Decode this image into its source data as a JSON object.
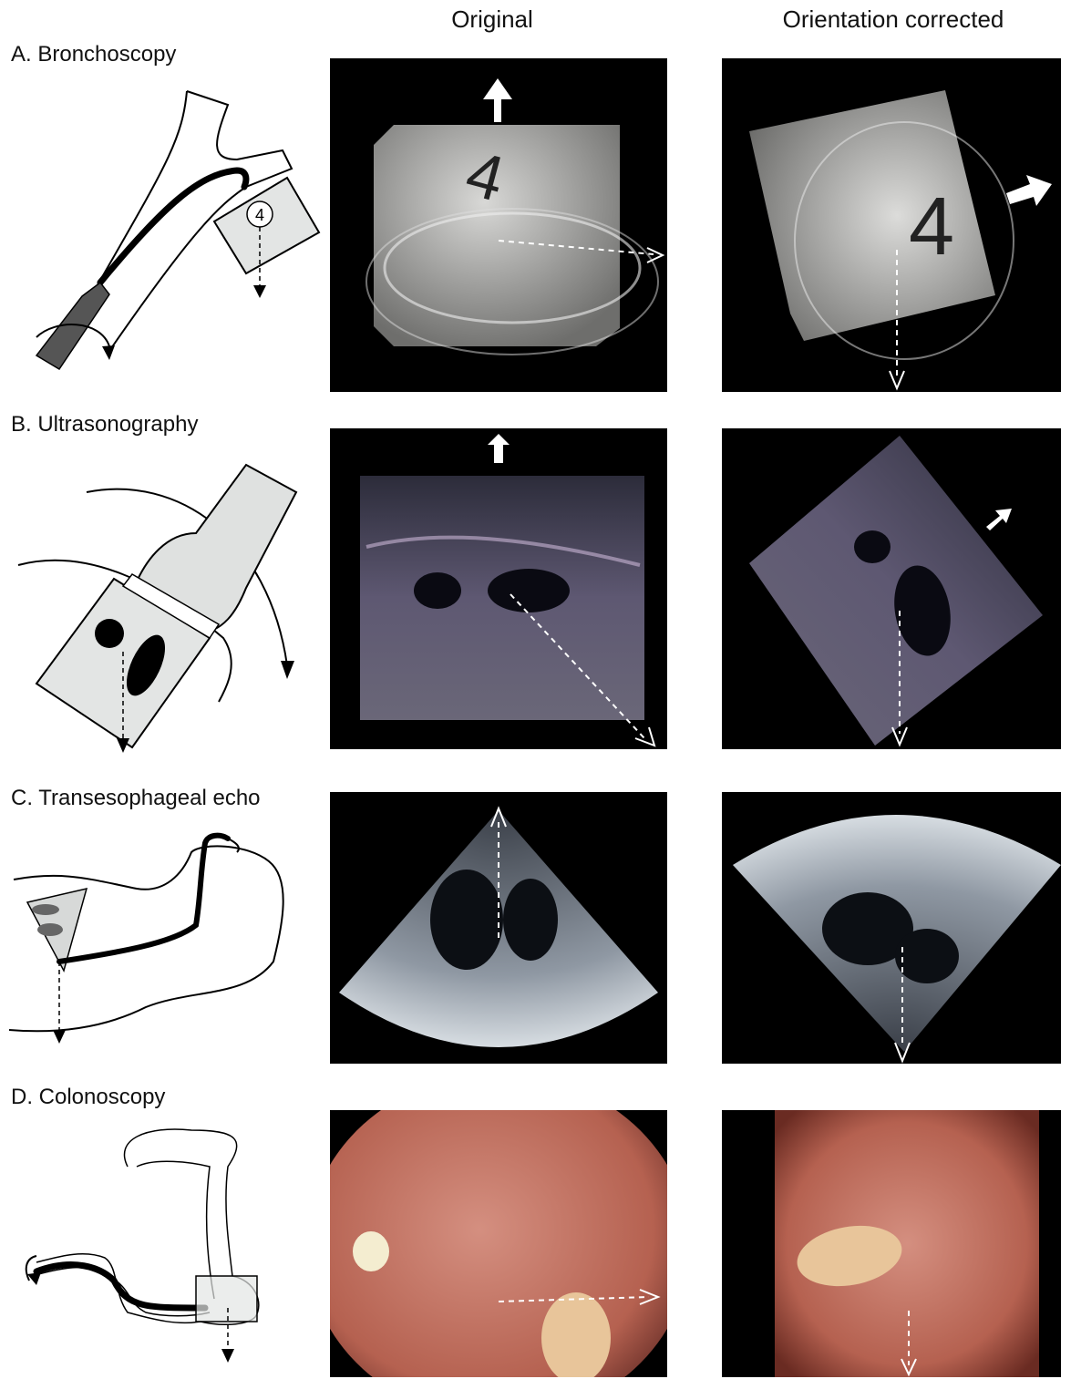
{
  "columns": {
    "original": "Original",
    "corrected": "Orientation corrected"
  },
  "rows": [
    {
      "label": "A. Bronchoscopy",
      "marker": "4"
    },
    {
      "label": "B. Ultrasonography"
    },
    {
      "label": "C. Transesophageal echo"
    },
    {
      "label": "D. Colonoscopy"
    }
  ]
}
